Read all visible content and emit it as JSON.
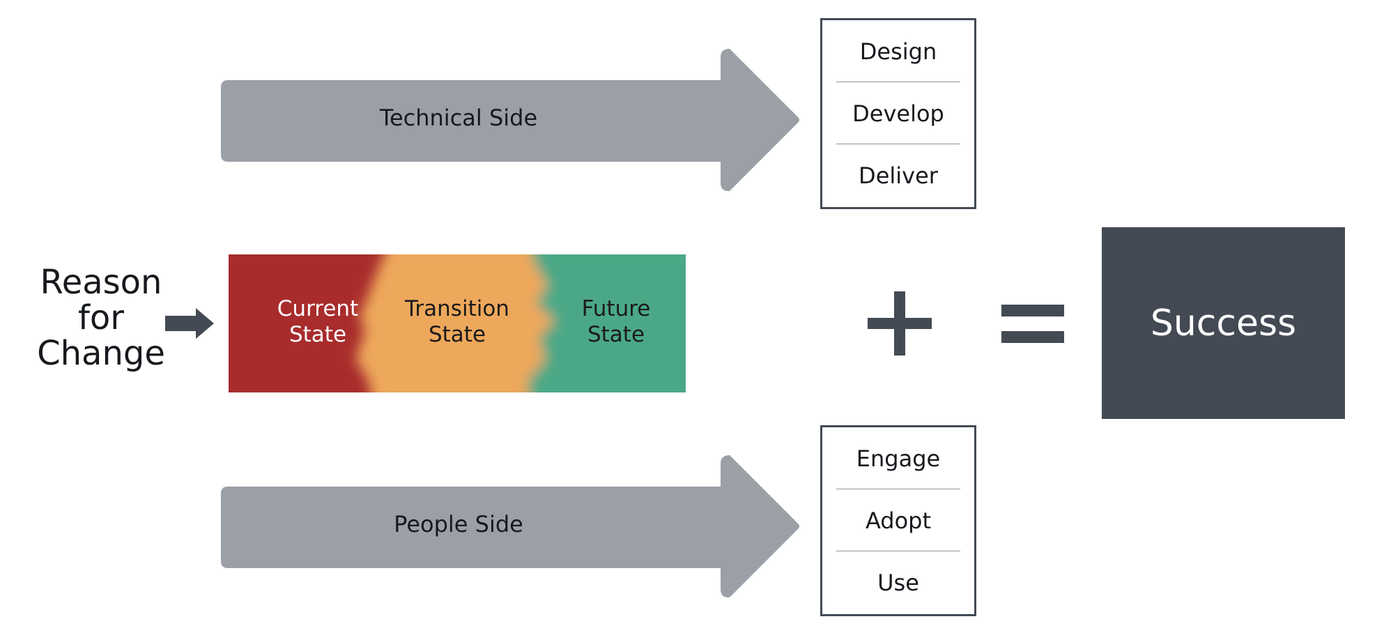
{
  "technical": {
    "label": "Technical Side",
    "steps": [
      "Design",
      "Develop",
      "Deliver"
    ]
  },
  "people": {
    "label": "People Side",
    "steps": [
      "Engage",
      "Adopt",
      "Use"
    ]
  },
  "reason": {
    "line1": "Reason",
    "line2": "for",
    "line3": "Change"
  },
  "states": {
    "current": {
      "line1": "Current",
      "line2": "State"
    },
    "transition": {
      "line1": "Transition",
      "line2": "State"
    },
    "future": {
      "line1": "Future",
      "line2": "State"
    }
  },
  "operators": {
    "plus": "+",
    "equals": "="
  },
  "result": "Success",
  "colors": {
    "arrow_gray": "#9aa0a6",
    "dark_slate": "#434a54",
    "current_red": "#a82c2c",
    "transition_orange": "#eea85c",
    "future_green": "#4ba886"
  }
}
